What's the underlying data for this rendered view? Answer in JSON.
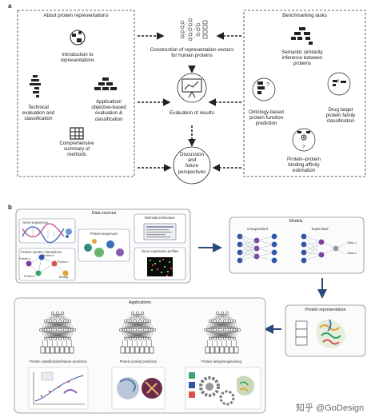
{
  "panel_a": {
    "letter": "a",
    "left_box_title": "About protein representations",
    "right_box_title": "Benchmarking tasks",
    "intro": "Introduction to\nrepresentations",
    "technical": "Technical\nevaluation and\nclassification",
    "application": "Application/\nobjective-based\nevaluation &\nclassification",
    "summary": "Comprehensive\nsummary of\nmethods",
    "construction": "Construction of representation vectors\nfor human proteins",
    "evaluation": "Evaluation of results",
    "discussion": "Discussion\nand\nfuture\nperspectives",
    "semantic": "Semantic similarity\ninference between\nproteins",
    "ontology": "Ontology-based\nprotein function\nprediction",
    "drug": "Drug target\nprotein family\nclassification",
    "binding": "Protein–protein\nbinding affinity\nestimation"
  },
  "panel_b": {
    "letter": "b",
    "data_sources_title": "Data sources",
    "gene_sequences": "Gene sequences",
    "biomedical_literature": "Biomedical literature",
    "protein_sequences": "Protein sequences",
    "protein_interactions": "Protein–protein interactions",
    "gene_expression": "Gene expression profiles",
    "models_title": "Models",
    "unsupervised": "Unsupervised",
    "supervised": "Supervised",
    "class1": "Class 1",
    "class2": "Class 2",
    "representation_title": "Protein representation",
    "applications_title": "Applications",
    "app1": "Protein classification/feature prediction",
    "app2": "Protein activity prediction",
    "app3": "Protein design/engineering",
    "interaction_nodes": [
      "Protein a",
      "Protein b",
      "Protein c",
      "Protein d",
      "Binding"
    ]
  },
  "watermark": "知乎 @GoDesign",
  "colors": {
    "arrow_blue": "#2a4a7a",
    "panel_border": "#8a8a8a",
    "subbox_border": "#7a8aa8",
    "node_blue": "#2f55a6",
    "node_purple": "#7a3fa0"
  }
}
